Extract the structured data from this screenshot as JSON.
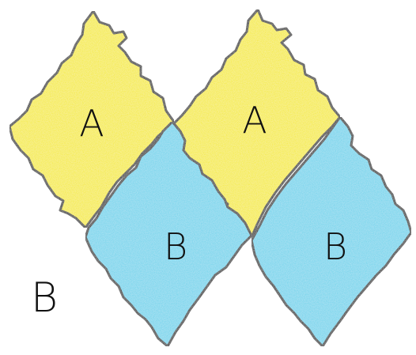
{
  "figure": {
    "label": "B",
    "colors": {
      "yellow": "#f5ea22",
      "blue": "#6cd3ec",
      "outline": "#111111"
    },
    "tiles": [
      {
        "id": "yellow-left",
        "label": "A",
        "fill": "yellow"
      },
      {
        "id": "yellow-right",
        "label": "A",
        "fill": "yellow"
      },
      {
        "id": "blue-left",
        "label": "B",
        "fill": "blue"
      },
      {
        "id": "blue-right",
        "label": "B",
        "fill": "blue"
      }
    ]
  }
}
